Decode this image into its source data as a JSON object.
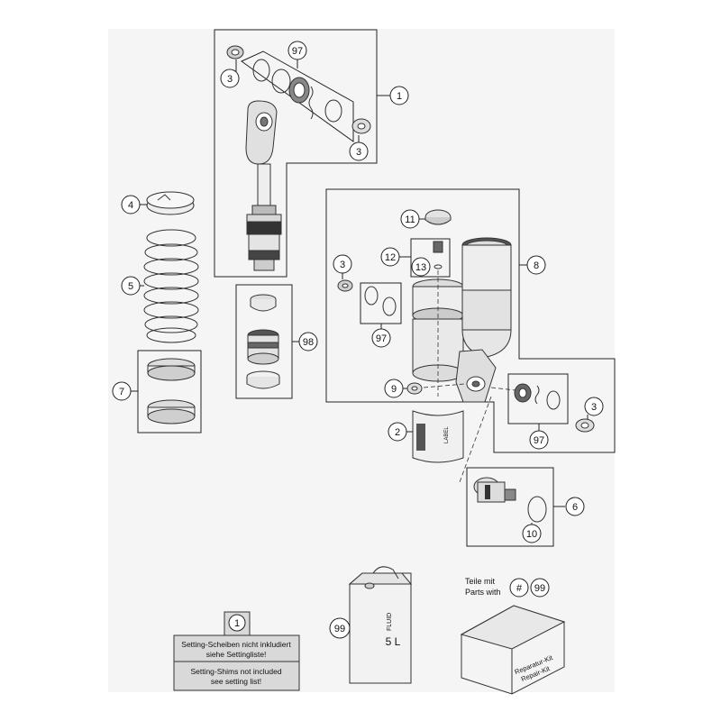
{
  "diagram": {
    "callouts": {
      "c_97_top": "97",
      "c_3_top_left": "3",
      "c_1": "1",
      "c_3_top_right": "3",
      "c_4": "4",
      "c_5": "5",
      "c_7": "7",
      "c_98": "98",
      "c_11": "11",
      "c_12": "12",
      "c_13": "13",
      "c_3_mid": "3",
      "c_8": "8",
      "c_97_mid": "97",
      "c_9": "9",
      "c_3_right": "3",
      "c_2": "2",
      "c_97_right": "97",
      "c_6": "6",
      "c_10": "10",
      "c_99_can": "99",
      "c_99_legend": "99",
      "c_1_note": "1"
    },
    "legend": {
      "line1": "Teile mit",
      "line2": "Parts with",
      "hash": "#"
    },
    "note": {
      "de_line1": "Setting-Scheiben nicht inkludiert",
      "de_line2": "siehe Settingliste!",
      "en_line1": "Setting-Shims not included",
      "en_line2": "see setting list!"
    },
    "can_label": {
      "fluid": "FLUID",
      "volume": "5 L"
    },
    "box_label": {
      "line1": "Reparatur-Kit",
      "line2": "Repair-Kit"
    },
    "sleeve_label": "LABEL",
    "colors": {
      "paper": "#f5f5f5",
      "note_bg": "#d9d9d9",
      "line": "#222222",
      "part_fill": "#e6e6e6",
      "part_dark": "#333333"
    }
  }
}
